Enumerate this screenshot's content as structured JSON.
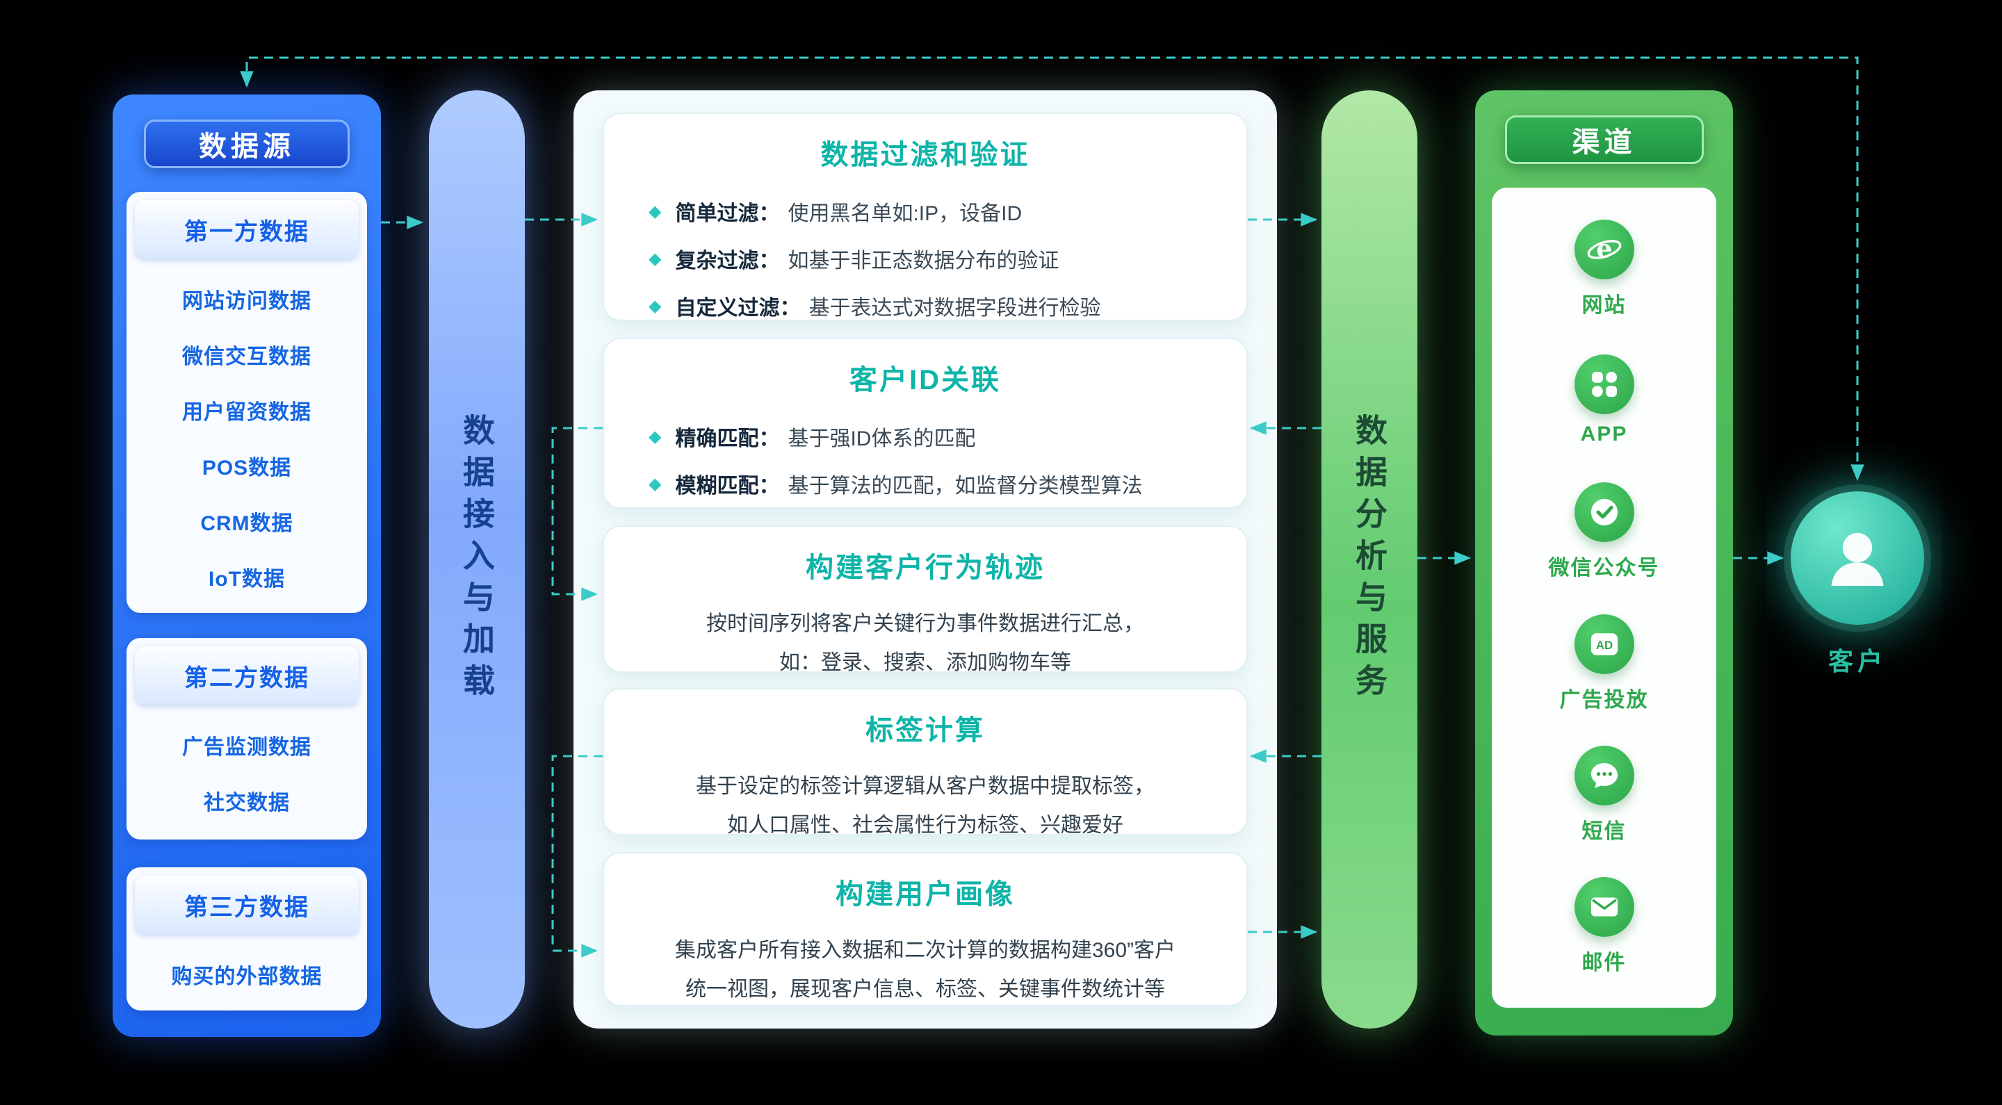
{
  "data_sources": {
    "title": "数据源",
    "groups": [
      {
        "title": "第一方数据",
        "items": [
          "网站访问数据",
          "微信交互数据",
          "用户留资数据",
          "POS数据",
          "CRM数据",
          "IoT数据"
        ]
      },
      {
        "title": "第二方数据",
        "items": [
          "广告监测数据",
          "社交数据"
        ]
      },
      {
        "title": "第三方数据",
        "items": [
          "购买的外部数据"
        ]
      }
    ]
  },
  "ingestion_bar": {
    "label": "数据接入与加载"
  },
  "processing": {
    "cards": [
      {
        "title": "数据过滤和验证",
        "bullets": [
          {
            "label": "简单过滤：",
            "text": "使用黑名单如:IP，设备ID"
          },
          {
            "label": "复杂过滤：",
            "text": "如基于非正态数据分布的验证"
          },
          {
            "label": "自定义过滤：",
            "text": "基于表达式对数据字段进行检验"
          }
        ]
      },
      {
        "title": "客户ID关联",
        "bullets": [
          {
            "label": "精确匹配：",
            "text": "基于强ID体系的匹配"
          },
          {
            "label": "模糊匹配：",
            "text": "基于算法的匹配，如监督分类模型算法"
          }
        ]
      },
      {
        "title": "构建客户行为轨迹",
        "lines": [
          "按时间序列将客户关键行为事件数据进行汇总，",
          "如：登录、搜索、添加购物车等"
        ]
      },
      {
        "title": "标签计算",
        "lines": [
          "基于设定的标签计算逻辑从客户数据中提取标签，",
          "如人口属性、社会属性行为标签、兴趣爱好"
        ]
      },
      {
        "title": "构建用户画像",
        "lines": [
          "集成客户所有接入数据和二次计算的数据构建360”客户",
          "统一视图，展现客户信息、标签、关键事件数统计等"
        ]
      }
    ]
  },
  "analysis_bar": {
    "label": "数据分析与服务"
  },
  "channels": {
    "title": "渠道",
    "ad_icon_text": "AD",
    "items": [
      {
        "label": "网站",
        "icon": "browser-icon"
      },
      {
        "label": "APP",
        "icon": "app-grid-icon"
      },
      {
        "label": "微信公众号",
        "icon": "verified-badge-icon"
      },
      {
        "label": "广告投放",
        "icon": "ad-icon"
      },
      {
        "label": "短信",
        "icon": "sms-bubble-icon"
      },
      {
        "label": "邮件",
        "icon": "email-icon"
      }
    ]
  },
  "customer": {
    "label": "客户"
  },
  "colors": {
    "accent_teal": "#3BCBC8",
    "blue": "#1B62EE",
    "green": "#37AC4E"
  }
}
